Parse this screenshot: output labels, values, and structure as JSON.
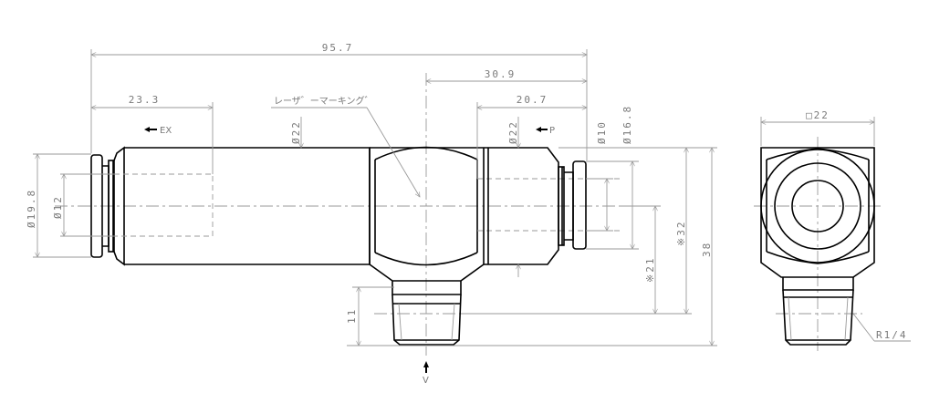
{
  "drawing": {
    "front_view": {
      "dimensions": {
        "overall_length": "95.7",
        "ex_port_length": "23.3",
        "center_to_p_end": "30.9",
        "p_port_length": "20.7",
        "ex_flange_dia": "Ø19.8",
        "ex_tube_dia": "Ø12",
        "body_dia_left": "Ø22",
        "body_dia_right": "Ø22",
        "p_tube_dia": "Ø10",
        "p_flange_dia": "Ø16.8",
        "center_height_21": "※21",
        "height_32": "※32",
        "overall_height": "38",
        "thread_length": "11"
      },
      "labels": {
        "laser_marking": "レーザ゛ーマーキング゛",
        "ex_port": "EX",
        "p_port": "P",
        "v_port": "V"
      }
    },
    "side_view": {
      "dimensions": {
        "width_square": "□22",
        "thread": "R1/4"
      }
    },
    "colors": {
      "object_line": "#000000",
      "dimension_line": "#9a9a9a",
      "text": "#7a7a7a"
    }
  }
}
